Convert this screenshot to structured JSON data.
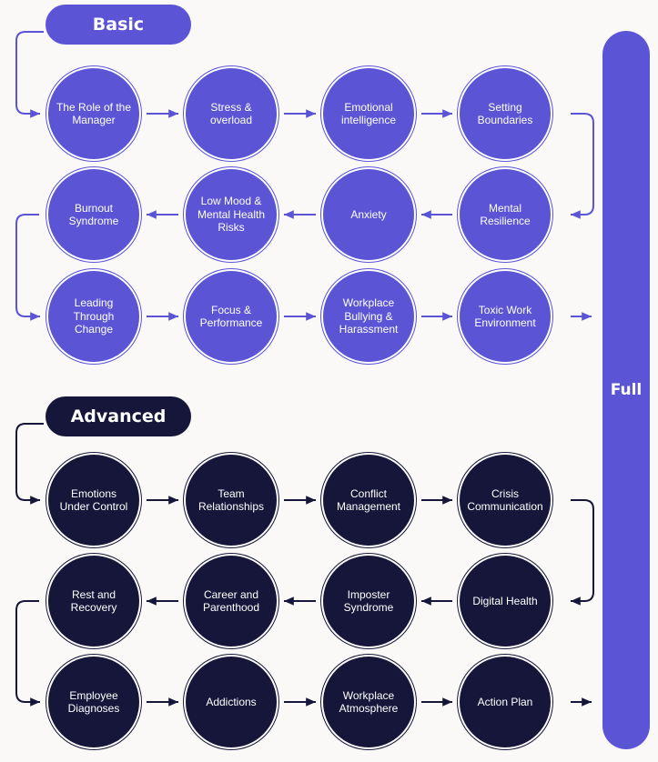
{
  "colors": {
    "basic": "#5b55d6",
    "advanced": "#16163a",
    "ring_basic": "#5b55d6",
    "ring_advanced": "#16163a"
  },
  "basic": {
    "label": "Basic",
    "rows": [
      [
        "The Role of the Manager",
        "Stress & overload",
        "Emotional intelligence",
        "Setting Boundaries"
      ],
      [
        "Burnout Syndrome",
        "Low Mood & Mental Health Risks",
        "Anxiety",
        "Mental Resilience"
      ],
      [
        "Leading Through Change",
        "Focus & Performance",
        "Workplace Bullying & Harassment",
        "Toxic Work Environment"
      ]
    ]
  },
  "advanced": {
    "label": "Advanced",
    "rows": [
      [
        "Emotions Under Control",
        "Team Relationships",
        "Conflict Management",
        "Crisis Communication"
      ],
      [
        "Rest and Recovery",
        "Career and Parenthood",
        "Imposter Syndrome",
        "Digital Health"
      ],
      [
        "Employee Diagnoses",
        "Addictions",
        "Workplace Atmosphere",
        "Action Plan"
      ]
    ]
  },
  "full": {
    "label": "Full"
  }
}
